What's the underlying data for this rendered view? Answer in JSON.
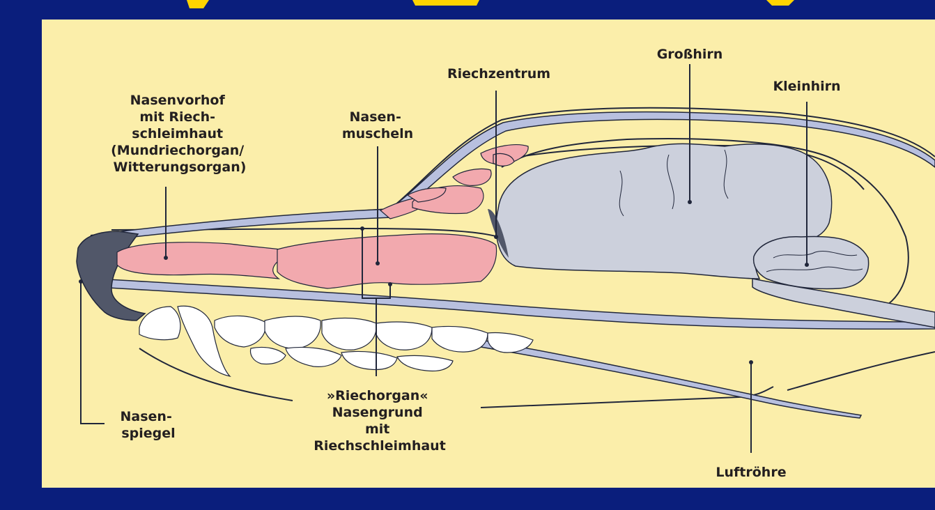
{
  "labels": {
    "nasenvorhof": [
      "Nasenvorhof",
      "mit Riech-",
      "schleimhaut",
      "(Mundriechorgan/",
      "Witterungsorgan)"
    ],
    "nasenmuscheln": [
      "Nasen-",
      "muscheln"
    ],
    "riechzentrum": [
      "Riechzentrum"
    ],
    "grosshirn": [
      "Großhirn"
    ],
    "kleinhirn": [
      "Kleinhirn"
    ],
    "nasenspiegel": [
      "Nasen-",
      "spiegel"
    ],
    "riechorgan": [
      "»Riechorgan«",
      "Nasengrund",
      "mit",
      "Riechschleimhaut"
    ],
    "luftroehre": [
      "Luftröhre"
    ]
  },
  "colors": {
    "slide_background": "#0a1e7c",
    "slide_title": "#ffd400",
    "panel": "#fbeeaa",
    "outline": "#20263a",
    "bone": "#b8c0df",
    "brain": "#ccd0dc",
    "tissue": "#f2a9ae",
    "nose_pad": "#515769",
    "teeth": "#ffffff"
  }
}
